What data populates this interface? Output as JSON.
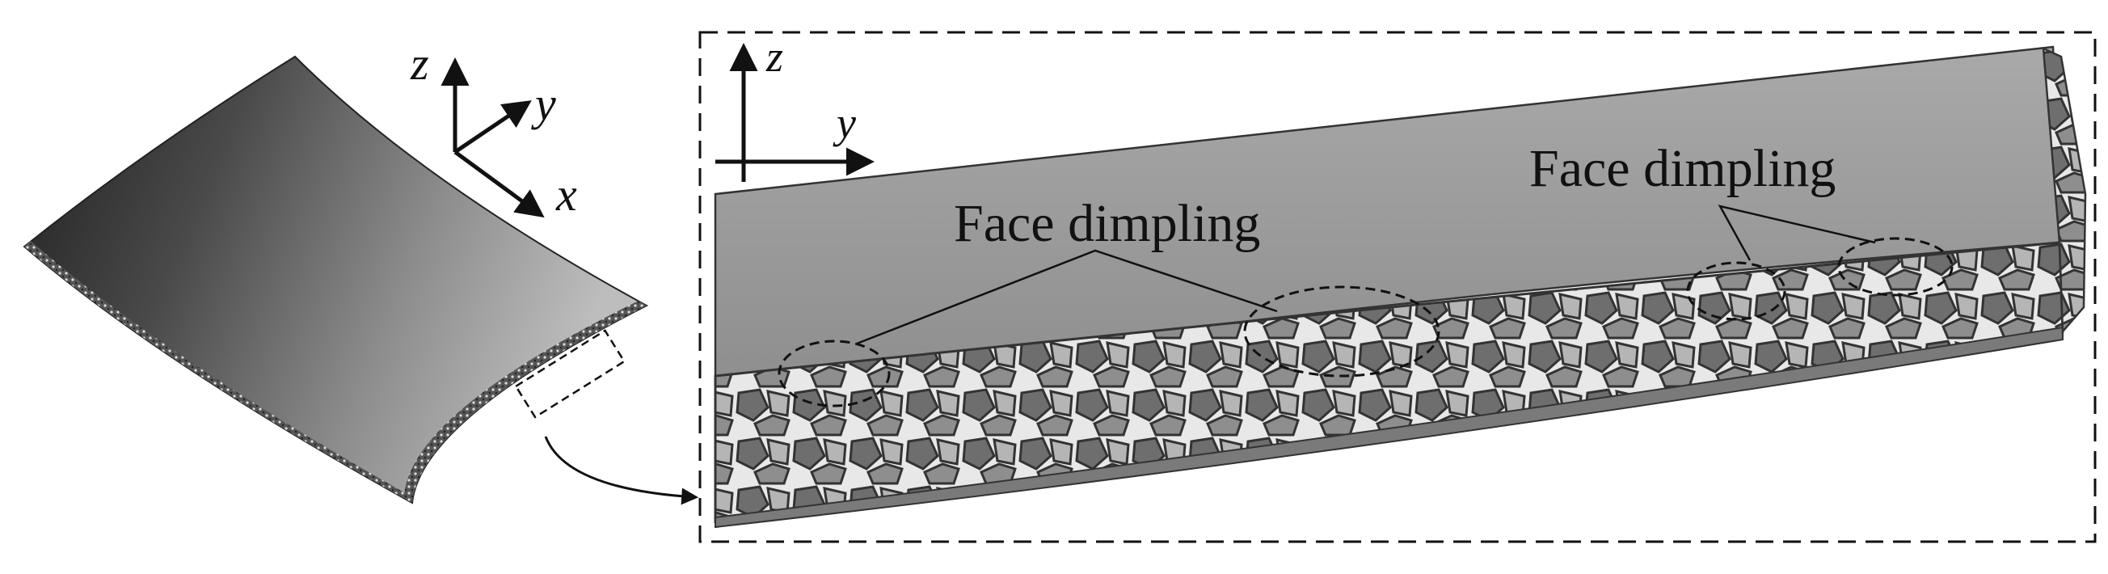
{
  "axes_left": {
    "z": "z",
    "y": "y",
    "x": "x"
  },
  "axes_right": {
    "z": "z",
    "y": "y"
  },
  "annotations": {
    "dimpling_left": "Face dimpling",
    "dimpling_right": "Face dimpling"
  },
  "colors": {
    "ink": "#111111",
    "face_gray": "#9a9a9a",
    "core_dark": "#5a5a5a"
  }
}
